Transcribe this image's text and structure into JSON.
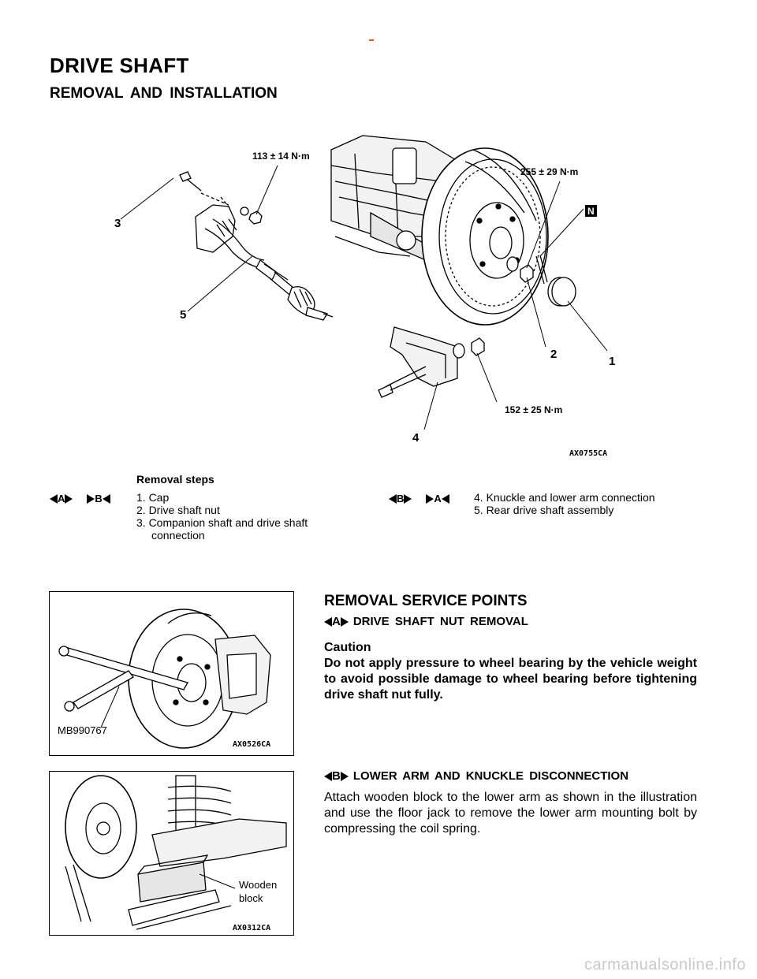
{
  "page": {
    "title": "DRIVE SHAFT",
    "subtitle": "REMOVAL AND INSTALLATION"
  },
  "diagram": {
    "torques": [
      "113 ± 14 N·m",
      "255 ± 29 N·m",
      "152 ± 25 N·m"
    ],
    "callouts": [
      "1",
      "2",
      "3",
      "4",
      "5"
    ],
    "new_part_mark": "N",
    "figure_code": "AX0755CA"
  },
  "removal_steps": {
    "heading": "Removal steps",
    "left_marks": [
      "A",
      "B"
    ],
    "right_marks": [
      "B",
      "A"
    ],
    "left_items": [
      "1. Cap",
      "2. Drive shaft nut",
      "3. Companion shaft and drive shaft",
      "connection"
    ],
    "right_items": [
      "4. Knuckle and lower arm connection",
      "5. Rear drive shaft assembly"
    ]
  },
  "service": {
    "heading": "REMOVAL SERVICE POINTS",
    "point_a": {
      "mark": "A",
      "title": "DRIVE SHAFT NUT REMOVAL",
      "caution_label": "Caution",
      "caution_text": "Do not apply pressure to wheel bearing by the vehicle weight to avoid possible damage to wheel bearing before tightening drive shaft nut fully."
    },
    "point_b": {
      "mark": "B",
      "title": "LOWER ARM AND KNUCKLE DISCONNECTION",
      "text": "Attach wooden block to the lower arm as shown in the illustration and use the floor jack to remove the lower arm mounting bolt by compressing the coil spring."
    }
  },
  "figure1": {
    "tool_label": "MB990767",
    "code": "AX0526CA"
  },
  "figure2": {
    "label_line1": "Wooden",
    "label_line2": "block",
    "code": "AX0312CA"
  },
  "watermark": "carmanualsonline.info"
}
